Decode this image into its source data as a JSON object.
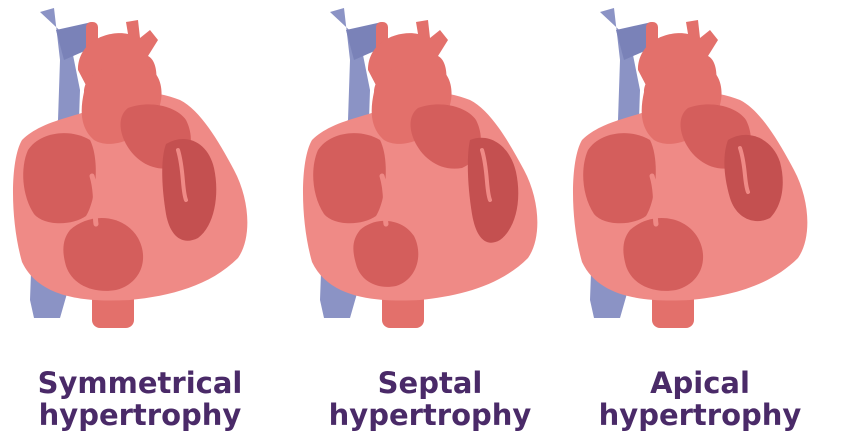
{
  "colors": {
    "vein": "#8b93c5",
    "vein_dark": "#7a82b8",
    "artery": "#e3706b",
    "myocardium": "#ef8a86",
    "chamber": "#d45e5c",
    "chamber_dark": "#c45050",
    "caption": "#4a2a68"
  },
  "panels": [
    {
      "id": "symmetrical",
      "caption_line1": "Symmetrical",
      "caption_line2": "hypertrophy"
    },
    {
      "id": "septal",
      "caption_line1": "Septal",
      "caption_line2": "hypertrophy"
    },
    {
      "id": "apical",
      "caption_line1": "Apical",
      "caption_line2": "hypertrophy"
    }
  ]
}
